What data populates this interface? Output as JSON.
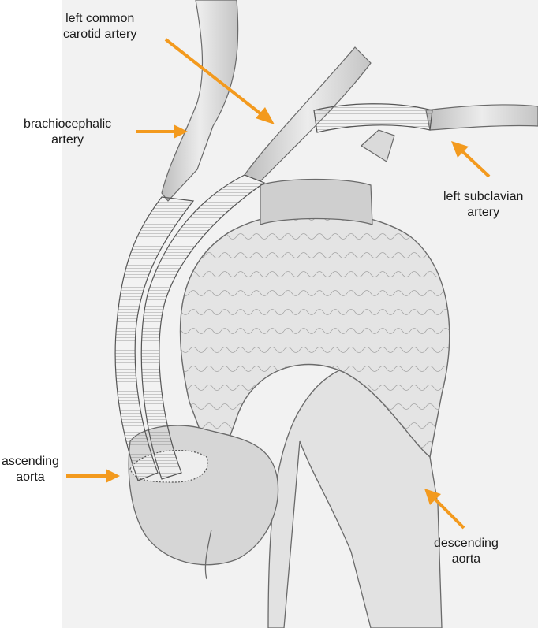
{
  "labels": {
    "left_common_carotid": {
      "line1": "left common",
      "line2": "carotid artery"
    },
    "brachiocephalic": {
      "line1": "brachiocephalic",
      "line2": "artery"
    },
    "left_subclavian": {
      "line1": "left subclavian",
      "line2": "artery"
    },
    "ascending_aorta": {
      "line1": "ascending",
      "line2": "aorta"
    },
    "descending_aorta": {
      "line1": "descending",
      "line2": "aorta"
    }
  },
  "colors": {
    "arrow": "#f39a1e",
    "paper": "#f2f2f2",
    "pencil": "#6a6a6a",
    "text": "#1a1a1a"
  }
}
